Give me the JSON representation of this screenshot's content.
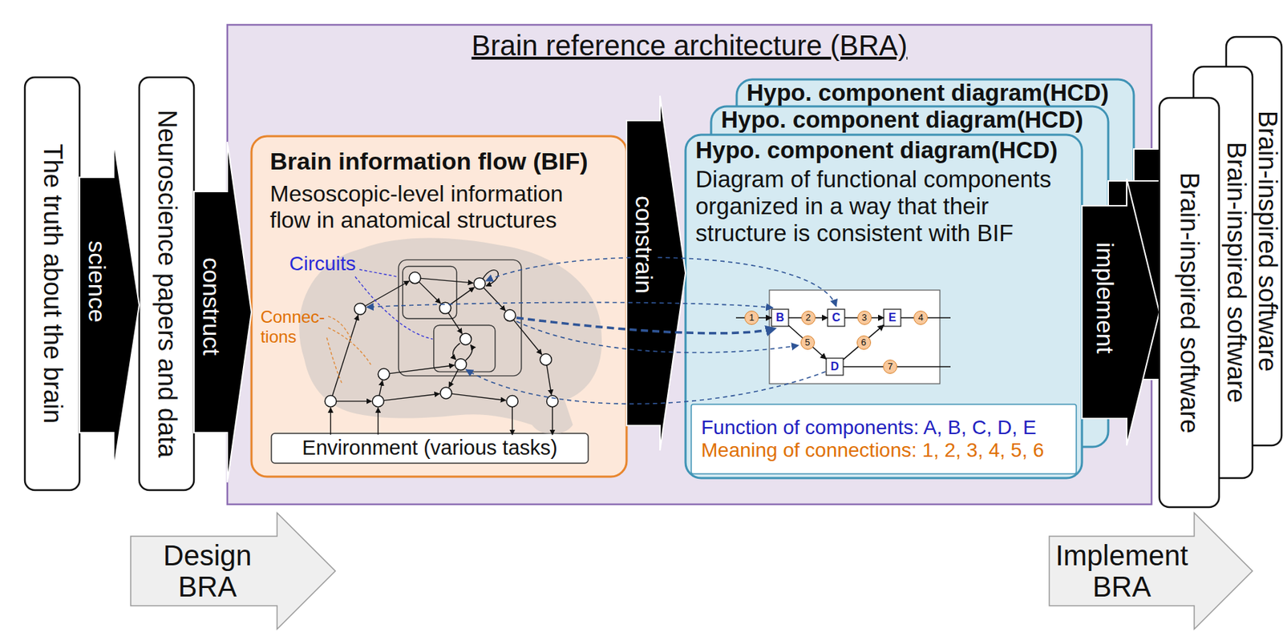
{
  "diagram": {
    "nodes": [
      {
        "text": [
          "The truth about the brain"
        ]
      },
      {
        "text": [
          "Neuroscience papers and data"
        ]
      },
      {
        "text": [
          "Brain reference architecture (BRA)"
        ]
      },
      {
        "text": [
          "Brain information flow (BIF)",
          "Mesoscopic-level information flow in anatomical structures"
        ],
        "in": 2
      },
      {
        "text": [
          "Environment (various tasks)"
        ],
        "in": 3
      },
      {
        "text": [
          "Hypo. component diagram(HCD)"
        ],
        "in": 2
      },
      {
        "text": [
          "Hypo. component diagram(HCD)"
        ],
        "in": 2
      },
      {
        "text": [
          "Hypo. component diagram(HCD)",
          "Diagram of functional components organized in a way that their structure is consistent with BIF"
        ],
        "in": 2
      },
      {
        "text": [
          "B"
        ],
        "in": 7
      },
      {
        "text": [
          "C"
        ],
        "in": 7
      },
      {
        "text": [
          "E"
        ],
        "in": 7
      },
      {
        "text": [
          "D"
        ],
        "in": 7
      },
      {
        "text": [
          "Function of components: A, B, C, D, E",
          "Meaning of connections: 1, 2, 3, 4, 5, 6"
        ],
        "in": 7
      },
      {
        "text": [
          "Brain-inspired software"
        ]
      },
      {
        "text": [
          "Brain-inspired software"
        ]
      },
      {
        "text": [
          "Brain-inspired software"
        ]
      },
      {
        "text": [
          "Design BRA"
        ]
      },
      {
        "text": [
          "Implement BRA"
        ]
      }
    ],
    "edges": [
      {
        "from": 0,
        "to": 1,
        "label": "science",
        "arrow": "to"
      },
      {
        "from": 1,
        "to": 3,
        "label": "construct",
        "arrow": "to"
      },
      {
        "from": 3,
        "to": 7,
        "label": "constrain",
        "arrow": "to"
      },
      {
        "from": 5,
        "to": 13,
        "arrow": "to"
      },
      {
        "from": 6,
        "to": 14,
        "arrow": "to"
      },
      {
        "from": 7,
        "to": 15,
        "label": "implement",
        "arrow": "to"
      },
      {
        "from": 8,
        "to": 9,
        "label": "2",
        "arrow": "to"
      },
      {
        "from": 9,
        "to": 10,
        "label": "3",
        "arrow": "to"
      },
      {
        "from": 8,
        "to": 11,
        "label": "5",
        "arrow": "to"
      },
      {
        "from": 11,
        "to": 10,
        "label": "6",
        "arrow": "to"
      }
    ],
    "labels": [
      "Circuits",
      "Connec- tions",
      "1",
      "4",
      "7"
    ]
  }
}
